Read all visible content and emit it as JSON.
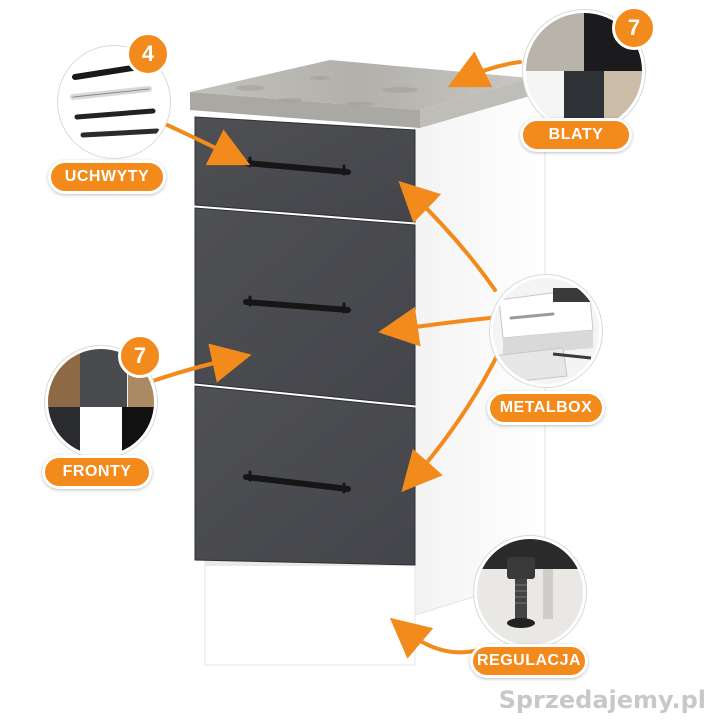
{
  "features": {
    "handles": {
      "label": "UCHWYTY",
      "count": "4"
    },
    "worktops": {
      "label": "BLATY",
      "count": "7"
    },
    "fronts": {
      "label": "FRONTY",
      "count": "7"
    },
    "drawer_system": {
      "label": "METALBOX"
    },
    "leveling": {
      "label": "REGULACJA"
    }
  },
  "watermark": {
    "text": "Sprzedajemy.pl"
  },
  "colors": {
    "accent": "#f28a1c",
    "front": "#4a4b4f",
    "body": "#ffffff",
    "worktop": "#b9b7b2",
    "handle": "#1b1b1b"
  }
}
